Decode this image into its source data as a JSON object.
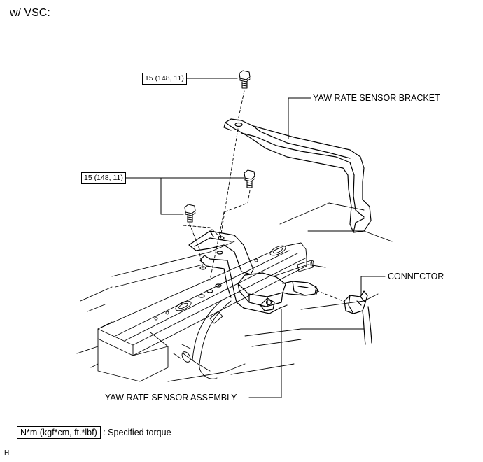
{
  "title": "w/ VSC:",
  "torque_callouts": [
    {
      "value": "15 (148, 11)"
    },
    {
      "value": "15 (148, 11)"
    }
  ],
  "callouts": {
    "bracket": "YAW RATE SENSOR BRACKET",
    "connector": "CONNECTOR",
    "assembly": "YAW RATE SENSOR ASSEMBLY"
  },
  "legend": {
    "unit": "N*m (kgf*cm, ft.*lbf)",
    "description": ": Specified torque"
  },
  "figure_id": "H"
}
